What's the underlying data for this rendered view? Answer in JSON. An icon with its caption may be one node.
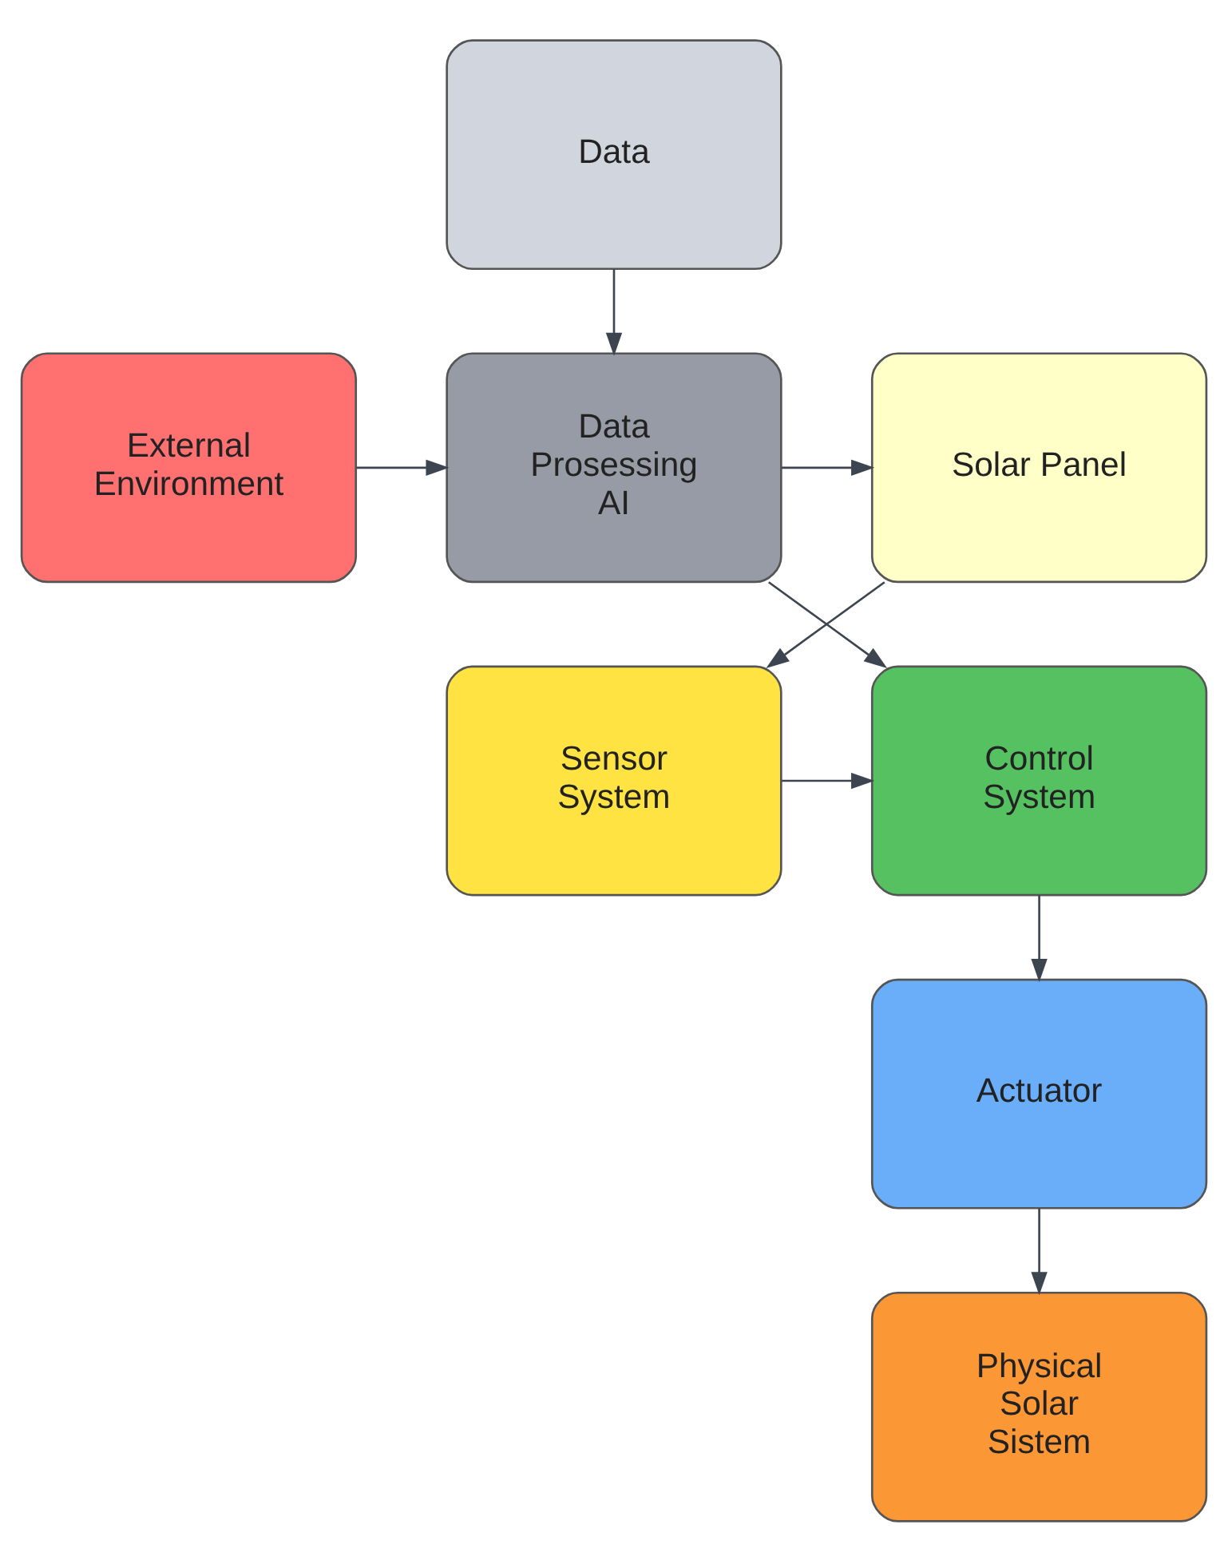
{
  "diagram": {
    "nodes": [
      {
        "text": [
          "Data"
        ]
      },
      {
        "text": [
          "External Environment"
        ]
      },
      {
        "text": [
          "Data Prosessing AI"
        ]
      },
      {
        "text": [
          "Solar Panel"
        ]
      },
      {
        "text": [
          "Control System"
        ]
      },
      {
        "text": [
          "Sensor System"
        ]
      },
      {
        "text": [
          "Actuator"
        ]
      },
      {
        "text": [
          "Physical Solar Sistem"
        ]
      }
    ],
    "edges": [
      {
        "from": 0,
        "to": 2,
        "arrow": "to"
      },
      {
        "from": 1,
        "to": 2,
        "arrow": "to"
      },
      {
        "from": 2,
        "to": 3,
        "arrow": "to"
      },
      {
        "from": 2,
        "to": 4,
        "arrow": "to"
      },
      {
        "from": 3,
        "to": 5,
        "arrow": "to"
      },
      {
        "from": 5,
        "to": 4,
        "arrow": "to"
      },
      {
        "from": 4,
        "to": 6,
        "arrow": "to"
      },
      {
        "from": 6,
        "to": 7,
        "arrow": "to"
      }
    ]
  }
}
